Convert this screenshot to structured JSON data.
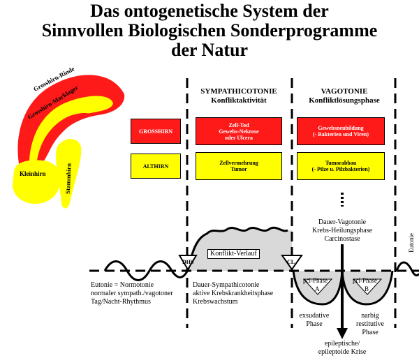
{
  "title": {
    "line1": "Das ontogenetische System der",
    "line2": "Sinnvollen Biologischen Sonderprogramme",
    "line3": "der Natur"
  },
  "brain": {
    "rinde": "Grosshirn-Rinde",
    "marklager": "Grosshirn-Marklager",
    "kleinhirn": "Kleinhirn",
    "stammhirn": "Stammhirn"
  },
  "phases": {
    "sympathicotonie_title": "SYMPATHICOTONIE",
    "sympathicotonie_sub": "Konfliktaktivität",
    "vagotonie_title": "VAGOTONIE",
    "vagotonie_sub": "Konfliktlösungsphase"
  },
  "rows": {
    "grosshirn_label": "GROSSHIRN",
    "grosshirn_cpa": [
      "Zell-Tod",
      "Gewebs-Nekrose",
      "oder Ulcera"
    ],
    "grosshirn_pcl": [
      "Gewebsneubildung",
      "(- Bakterien und Viren)"
    ],
    "althirn_label": "ALTHIRN",
    "althirn_cpa": [
      "Zellvermehrung",
      "Tumor"
    ],
    "althirn_pcl": [
      "Tumorabbau",
      "(- Pilze u. Pilzbakterien)"
    ]
  },
  "curve": {
    "konflikt_verlauf": "Konflikt-Verlauf",
    "dhs": "DHS",
    "cl": "CL",
    "eutonie_side": "Eutonie",
    "pcl_a": [
      "pcl-Phase",
      "A"
    ],
    "pcl_b": [
      "pcl-Phase",
      "B"
    ]
  },
  "texts": {
    "dauer_vagotonie": [
      "Dauer-Vagotonie",
      "Krebs-Heilungsphase",
      "Carcinostase"
    ],
    "eutonie_left": [
      "Eutonie = Normotonie",
      "normaler sympath./vagotoner",
      "Tag/Nacht-Rhythmus"
    ],
    "dauer_sympathicotonie": [
      "Dauer-Sympathicotonie",
      "aktive Krebskrankheitsphase",
      "Krebswachstum"
    ],
    "exsudative": [
      "exsudative",
      "Phase"
    ],
    "narbig": [
      "narbig",
      "restitutive",
      "Phase"
    ],
    "epileptische": [
      "epileptische/",
      "epileptoide Krise"
    ]
  },
  "colors": {
    "red": "#ff1a1a",
    "yellow": "#ffff00",
    "gray_fill": "#d9d9d9"
  }
}
